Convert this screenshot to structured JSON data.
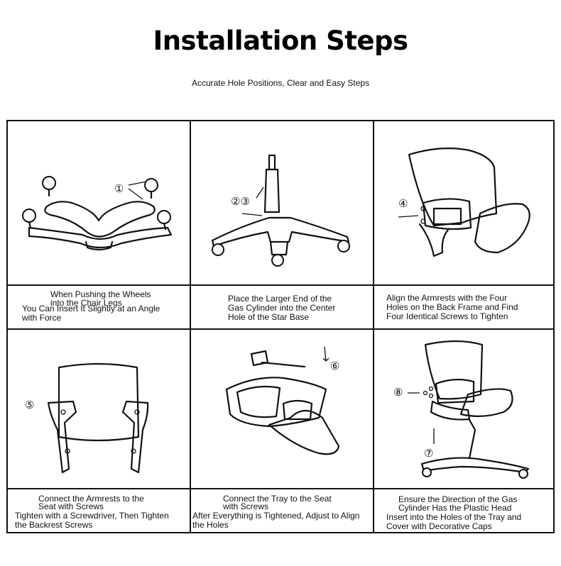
{
  "header": {
    "title": "Installation Steps",
    "subtitle": "Accurate Hole Positions, Clear and Easy Steps"
  },
  "steps": [
    {
      "marker": "①",
      "icon": "wheels-star-base-icon",
      "lines": [
        "When Pushing the Wheels",
        "into the Chair Legs",
        "You Can Insert It Slightly at an Angle",
        "with Force"
      ]
    },
    {
      "marker": "②③",
      "icon": "gas-cylinder-base-icon",
      "lines": [
        "Place the Larger End of the",
        "Gas Cylinder into the Center",
        "Hole of the Star Base"
      ]
    },
    {
      "marker": "④",
      "icon": "armrest-backframe-icon",
      "lines": [
        "Align the Armrests with the Four",
        "Holes on the Back Frame and Find",
        "Four Identical Screws to Tighten"
      ]
    },
    {
      "marker": "⑤",
      "icon": "backrest-screws-icon",
      "lines": [
        "Connect the Armrests to the",
        "Seat with Screws",
        "Tighten with a Screwdriver, Then Tighten",
        "the Backrest Screws"
      ]
    },
    {
      "marker": "⑥",
      "icon": "tray-seat-icon",
      "lines": [
        "Connect the Tray to the Seat",
        "with Screws",
        "After Everything is Tightened, Adjust to Align",
        "the Holes"
      ]
    },
    {
      "marker": "⑦⑧",
      "icon": "full-chair-assembly-icon",
      "lines": [
        "Ensure the Direction of the Gas",
        "Cylinder Has the Plastic Head",
        "Insert into the Holes of the Tray and",
        "Cover with Decorative Caps"
      ]
    }
  ]
}
